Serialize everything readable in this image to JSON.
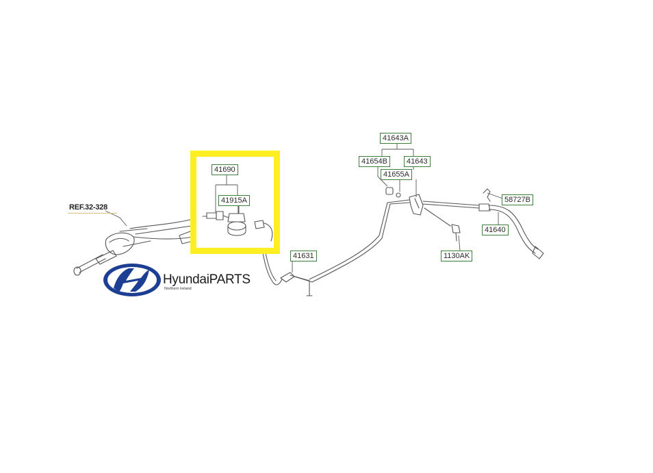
{
  "diagram": {
    "reference": "REF.32-328",
    "parts": [
      {
        "id": "41690"
      },
      {
        "id": "41915A"
      },
      {
        "id": "41631"
      },
      {
        "id": "41643A"
      },
      {
        "id": "41654B"
      },
      {
        "id": "41643"
      },
      {
        "id": "41655A"
      },
      {
        "id": "58727B"
      },
      {
        "id": "41640"
      },
      {
        "id": "1130AK"
      }
    ],
    "highlight_color": "#ffee22",
    "label_border_color": "#3f7d3f"
  },
  "logo": {
    "brand": "HyundaiPARTS",
    "subtitle": "Northern Ireland",
    "emblem_color": "#1c3f94"
  }
}
